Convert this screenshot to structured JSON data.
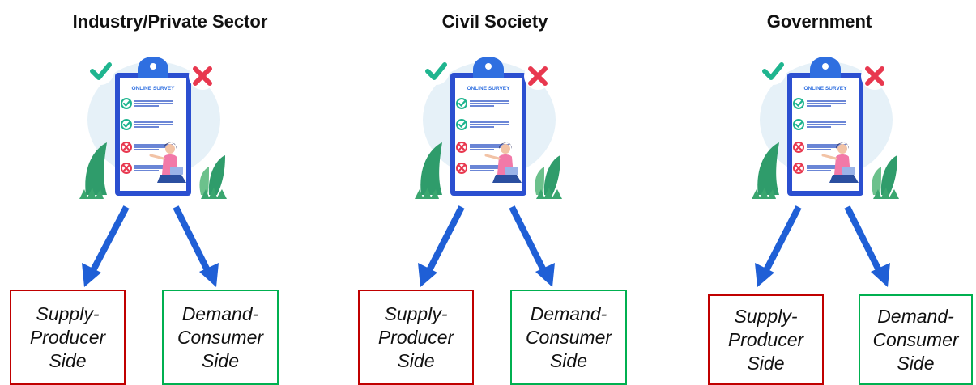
{
  "colors": {
    "supply_border": "#c00000",
    "demand_border": "#00b050",
    "arrow": "#1f5fd6",
    "check": "#1fb58f",
    "cross": "#e8384f",
    "clipboard": "#2b4fd0",
    "figure_top": "#f279a8"
  },
  "survey_label": "ONLINE SURVEY",
  "groups": [
    {
      "title": "Industry/Private Sector",
      "supply": [
        "Supply-",
        "Producer",
        "Side"
      ],
      "demand": [
        "Demand-",
        "Consumer",
        "Side"
      ]
    },
    {
      "title": "Civil Society",
      "supply": [
        "Supply-",
        "Producer",
        "Side"
      ],
      "demand": [
        "Demand-",
        "Consumer",
        "Side"
      ]
    },
    {
      "title": "Government",
      "supply": [
        "Supply-",
        "Producer",
        "Side"
      ],
      "demand": [
        "Demand-",
        "Consumer",
        "Side"
      ]
    }
  ]
}
